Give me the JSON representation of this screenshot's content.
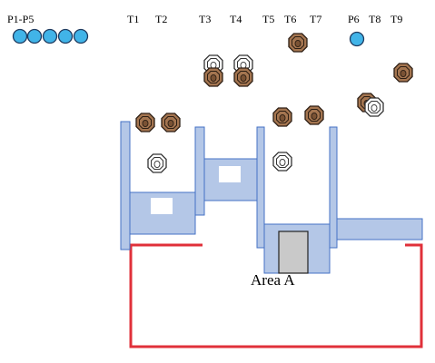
{
  "labels": {
    "p1_p5": "P1-P5",
    "t1": "T1",
    "t2": "T2",
    "t3": "T3",
    "t4": "T4",
    "t5": "T5",
    "t6": "T6",
    "t7": "T7",
    "p6": "P6",
    "t8": "T8",
    "t9": "T9",
    "area_a": "Area A"
  },
  "colors": {
    "person_fill": "#41b4e8",
    "token_brown": "#a47550",
    "token_white": "#ffffff",
    "structure": "#b4c7e7",
    "route": "#e0303a",
    "door": "#c9c9c9"
  },
  "icons": {
    "person": "circle-icon",
    "token": "octagon-token-icon"
  }
}
